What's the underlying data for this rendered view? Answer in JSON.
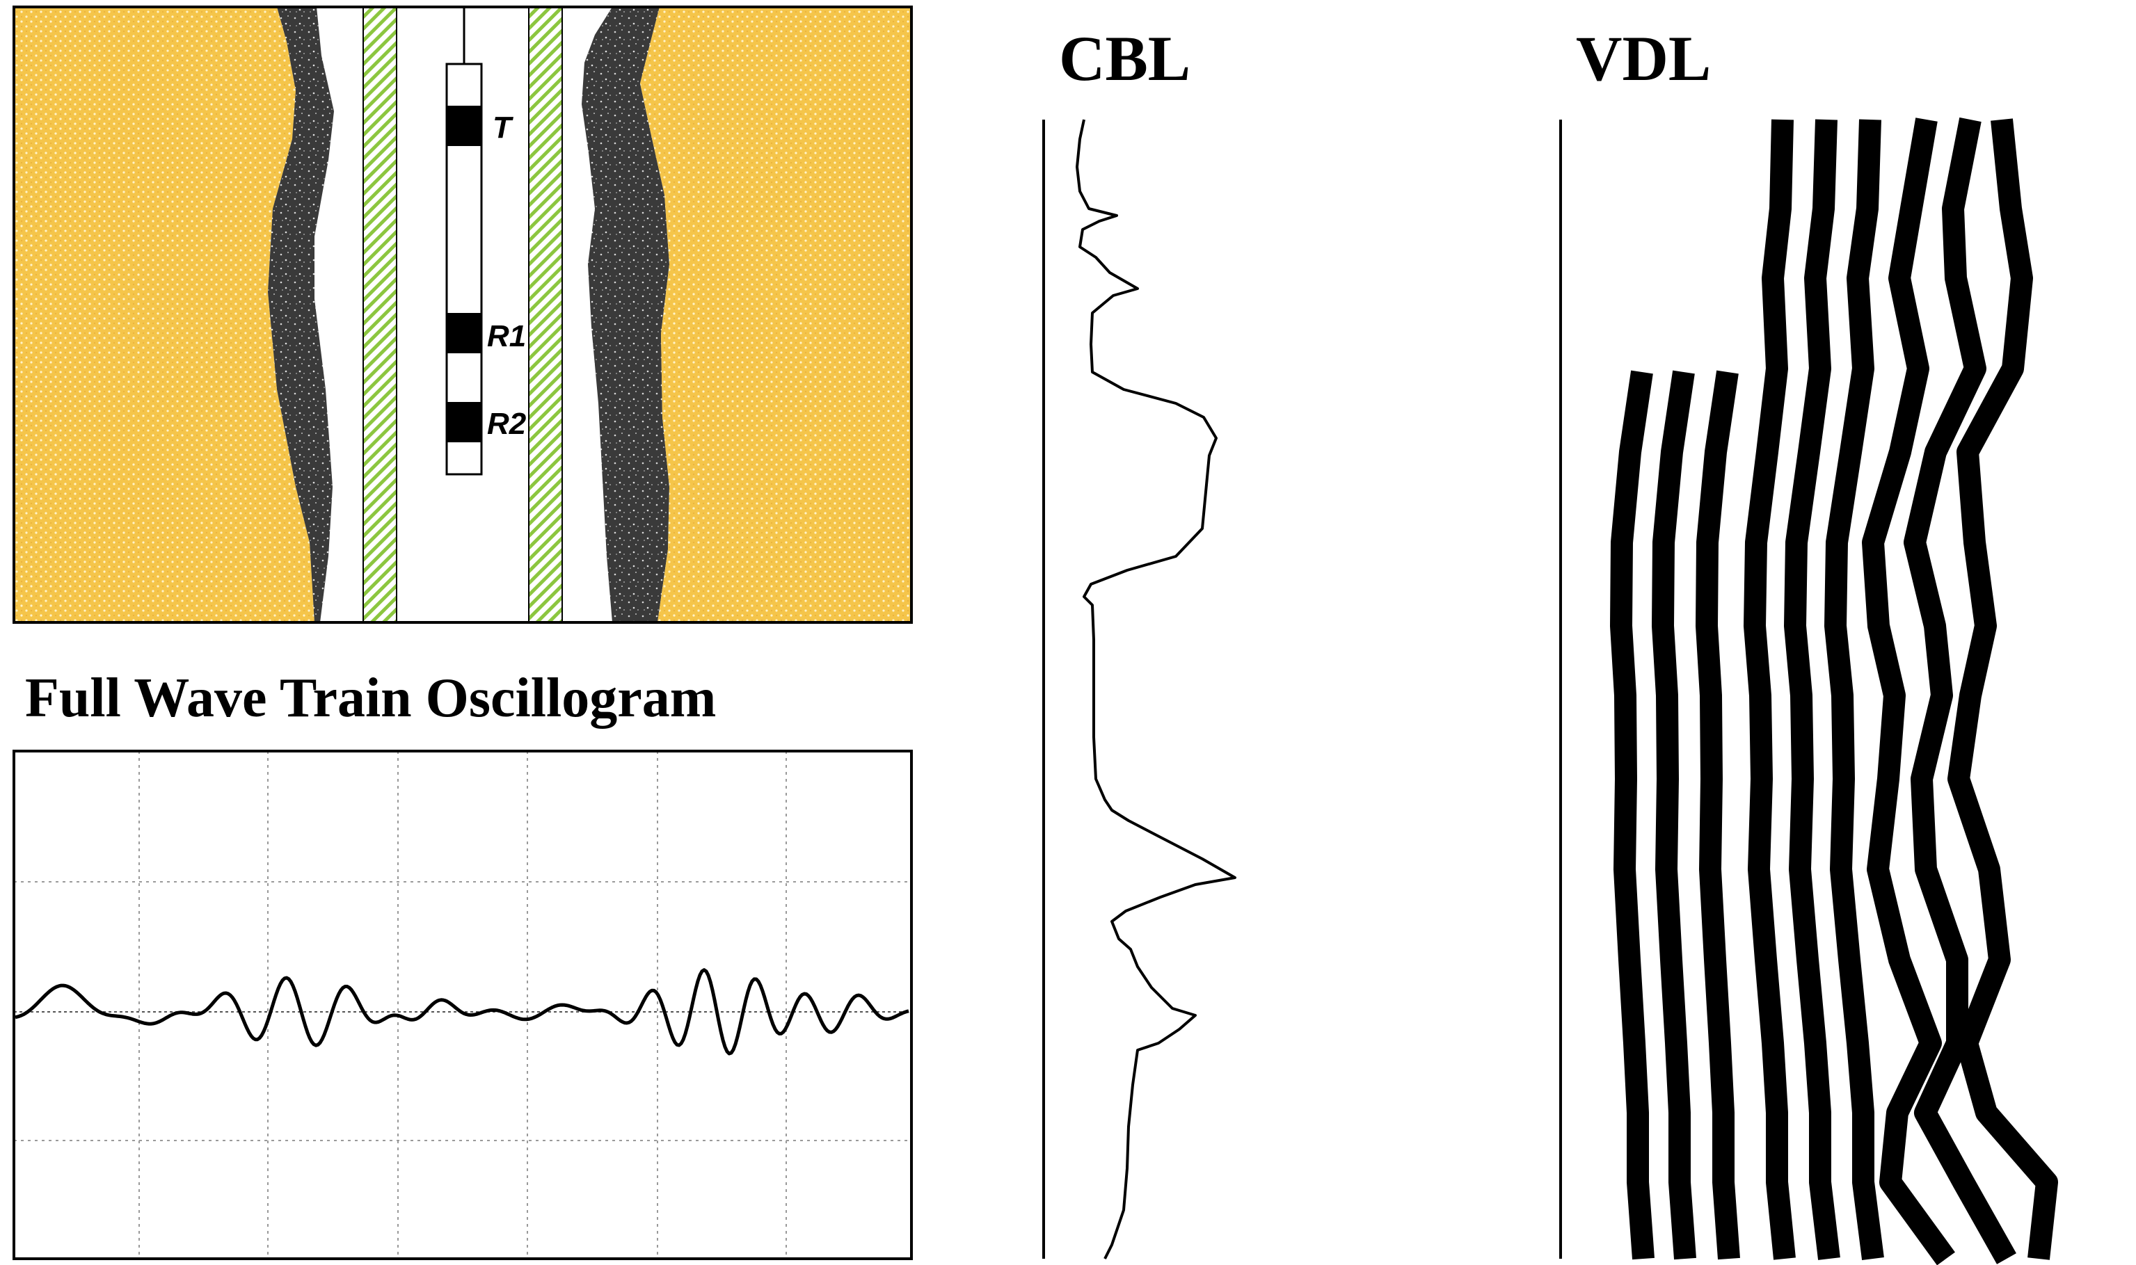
{
  "labels": {
    "oscillogram_title": "Full Wave Train Oscillogram",
    "cbl_title": "CBL",
    "vdl_title": "VDL"
  },
  "tool": {
    "transmitter_label": "T",
    "receiver1_label": "R1",
    "receiver2_label": "R2"
  },
  "colors": {
    "formation": "#f5c54a",
    "formation_dots": "#fff3c8",
    "cement": "#3a3a3a",
    "casing_stripe": "#8cc63f",
    "line": "#000000",
    "grid": "#9a9a9a"
  },
  "icons": {
    "formation": "sand-texture",
    "cement": "dark-speckled-texture",
    "casing": "hatched-steel"
  }
}
